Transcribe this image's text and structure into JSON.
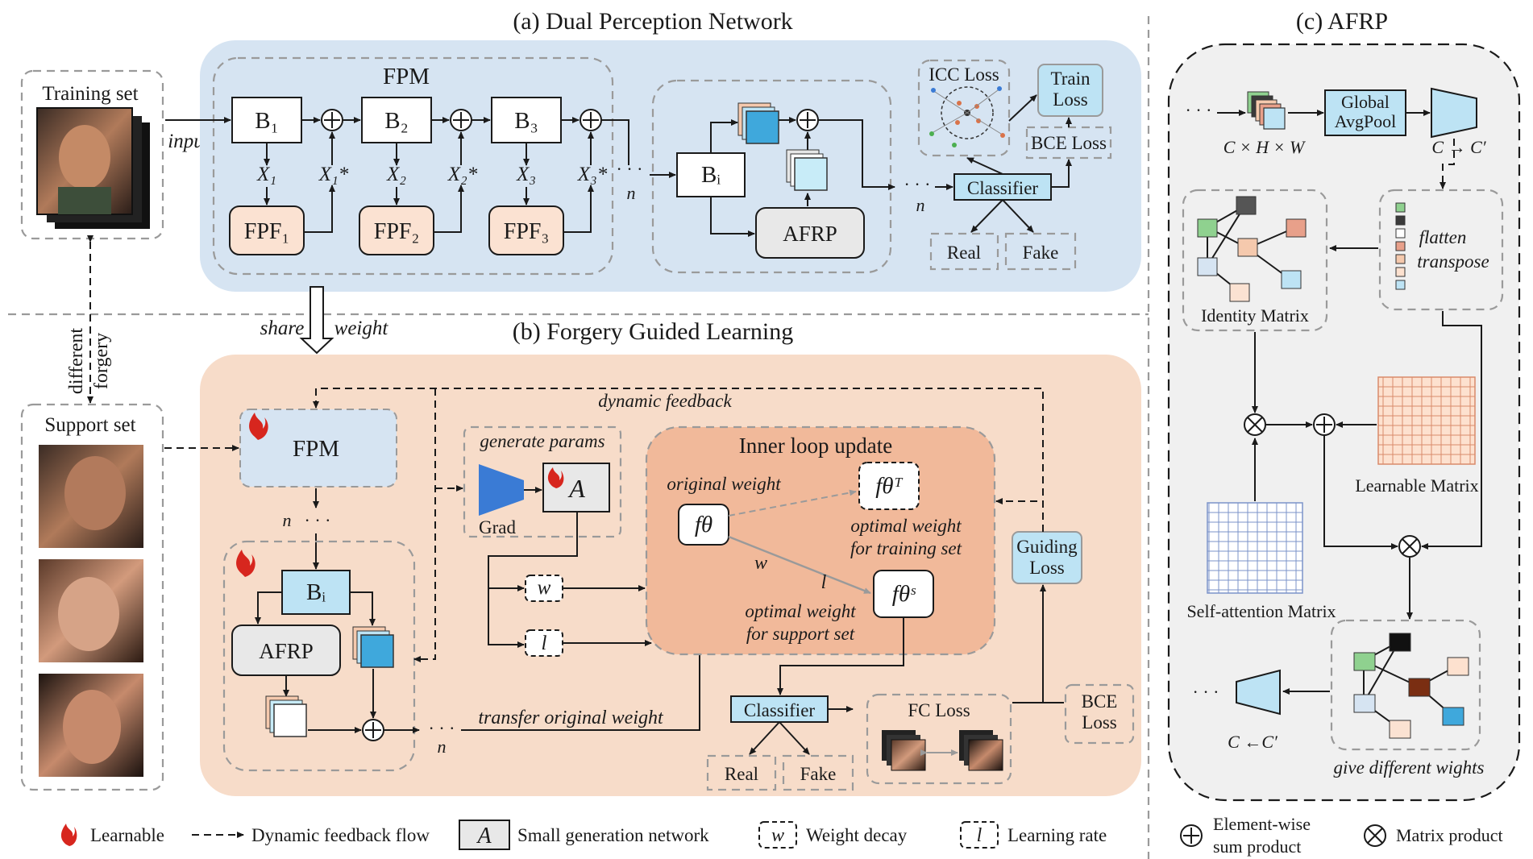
{
  "titles": {
    "a": "(a) Dual Perception Network",
    "b": "(b) Forgery Guided Learning",
    "c": "(c) AFRP"
  },
  "training_set": "Training set",
  "support_set": "Support set",
  "input_label": "input",
  "different_forgery": [
    "different",
    "forgery"
  ],
  "share_weight": [
    "share",
    "weight"
  ],
  "fpm": {
    "title": "FPM",
    "blocks": [
      "B₁",
      "B₂",
      "B₃"
    ],
    "features": [
      "X₁",
      "X₁*",
      "X₂",
      "X₂*",
      "X₃",
      "X₃*"
    ],
    "fpf": [
      "FPF₁",
      "FPF₂",
      "FPF₃"
    ]
  },
  "n": "n",
  "dots": "· · ·",
  "bi": "Bᵢ",
  "afrp": "AFRP",
  "icc_loss": "ICC Loss",
  "train_loss": [
    "Train",
    "Loss"
  ],
  "bce_loss": "BCE Loss",
  "bce_loss_split": [
    "BCE",
    "Loss"
  ],
  "classifier": "Classifier",
  "real": "Real",
  "fake": "Fake",
  "dynamic_feedback": "dynamic feedback",
  "generate_params": "generate params",
  "grad": "Grad",
  "a_symbol": "A",
  "w_symbol": "w",
  "l_symbol": "l",
  "inner_loop": {
    "title": "Inner loop update",
    "original_weight": "original weight",
    "f_theta": "fθ",
    "f_theta_T": "fθᵀ",
    "f_theta_S": "fθˢ",
    "opt_train": [
      "optimal weight",
      "for training set"
    ],
    "opt_support": [
      "optimal weight",
      "for support set"
    ]
  },
  "guiding_loss": [
    "Guiding",
    "Loss"
  ],
  "transfer_original_weight": "transfer original weight",
  "fc_loss": "FC Loss",
  "afrp_panel": {
    "chw": "C × H × W",
    "global_avgpool": [
      "Global",
      "AvgPool"
    ],
    "c_to_cp": "C → C′",
    "flatten": "flatten",
    "transpose": "transpose",
    "identity_matrix": "Identity Matrix",
    "learnable_matrix": "Learnable Matrix",
    "self_attention_matrix": "Self-attention Matrix",
    "give_different_weights": "give different wights",
    "c_from_cp": "C ←C′"
  },
  "legend": {
    "learnable": "Learnable",
    "dynamic_feedback_flow": "Dynamic feedback flow",
    "small_generation_network": "Small generation network",
    "weight_decay": "Weight decay",
    "learning_rate": "Learning rate",
    "element_wise": [
      "Element-wise",
      "sum product"
    ],
    "matrix_product": "Matrix product"
  },
  "colors": {
    "panel_a_bg": "#d6e4f2",
    "panel_b_bg": "#f7dcc9",
    "inner_loop_bg": "#f1b99a",
    "fpf_fill": "#fbe2d2",
    "cyan": "#bde3f4",
    "gray_box": "#e8e8e8",
    "afrp_bg": "#f0f0f0"
  }
}
